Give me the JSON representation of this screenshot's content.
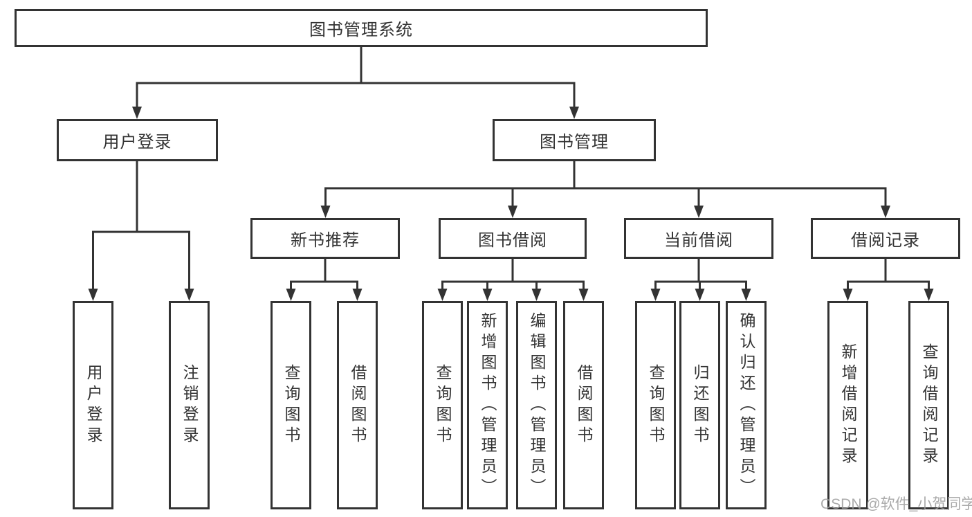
{
  "diagram": {
    "title_node": {
      "label": "图书管理系统"
    },
    "branches": [
      {
        "label": "用户登录"
      },
      {
        "label": "图书管理"
      }
    ],
    "modules": [
      {
        "label": "新书推荐"
      },
      {
        "label": "图书借阅"
      },
      {
        "label": "当前借阅"
      },
      {
        "label": "借阅记录"
      }
    ],
    "leaves": {
      "user": [
        "用户登录",
        "注销登录"
      ],
      "recommend": [
        "查询图书",
        "借阅图书"
      ],
      "borrow": [
        "查询图书",
        "新增图书（管理员）",
        "编辑图书（管理员）",
        "借阅图书"
      ],
      "current": [
        "查询图书",
        "归还图书",
        "确认归还（管理员）"
      ],
      "record": [
        "新增借阅记录",
        "查询借阅记录"
      ]
    }
  },
  "watermark": {
    "text": "CSDN @软件_小贺同学"
  },
  "colors": {
    "line": "#333333",
    "text": "#333333",
    "background": "#ffffff",
    "watermark": "#9c9c9c"
  }
}
